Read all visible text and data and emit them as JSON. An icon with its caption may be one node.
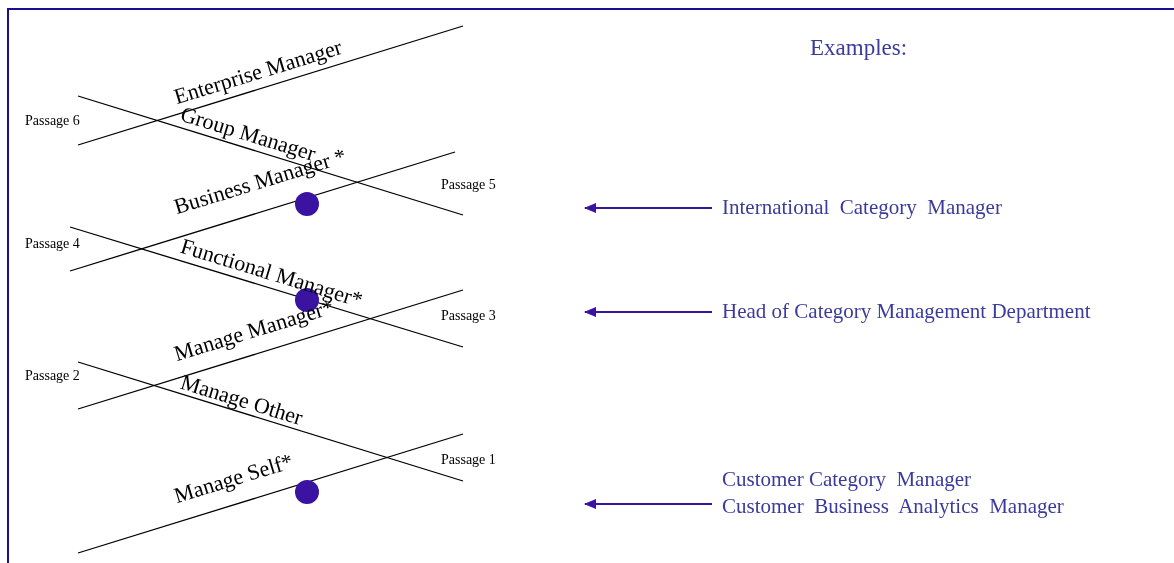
{
  "diagram": {
    "nodes": [
      {
        "text": [
          "International  Category  Manager"
        ]
      },
      {
        "text": [
          "Head of Category Management Department"
        ]
      },
      {
        "text": [
          "Customer Category  Manager",
          "Customer  Business  Analytics  Manager"
        ]
      }
    ],
    "edges": [
      {
        "from": 0,
        "to": null,
        "arrow": "to"
      },
      {
        "from": 1,
        "to": null,
        "arrow": "to"
      },
      {
        "from": 2,
        "to": null,
        "arrow": "to"
      }
    ],
    "labels": [
      "Examples:",
      "Enterprise Manager",
      "Passage 6",
      "Group Manager",
      "Business Manager *",
      "Passage 5",
      "Passage 4",
      "Functional Manager*",
      "Manage Manager*",
      "Passage 3",
      "Passage 2",
      "Manage Other",
      "Passage 1",
      "Manage Self*"
    ]
  }
}
